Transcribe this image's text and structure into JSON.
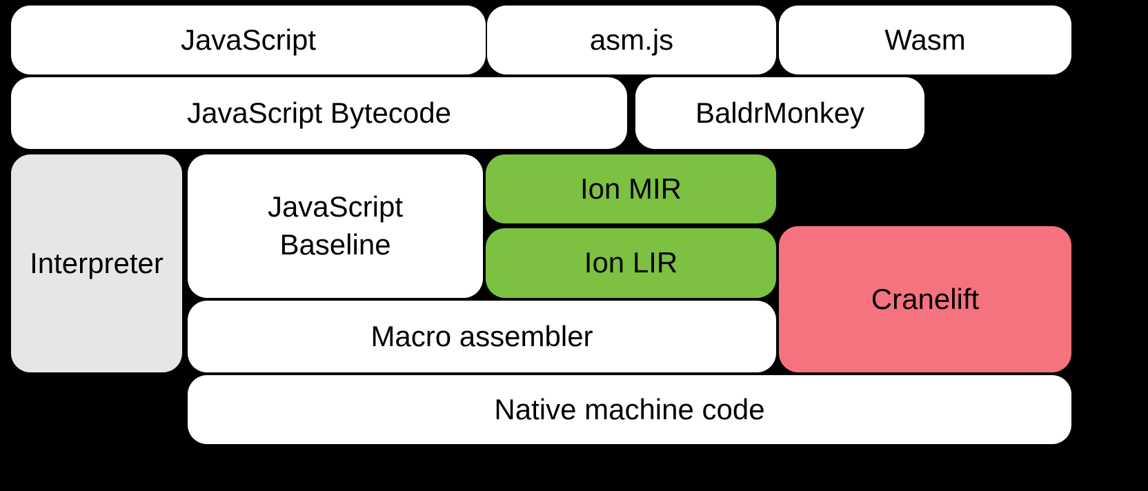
{
  "diagram": {
    "background_color": "#000000",
    "colors": {
      "white_box": "#ffffff",
      "gray_box": "#e6e6e6",
      "green_box": "#7cc142",
      "pink_box": "#f4737f",
      "text": "#000000"
    },
    "boxes": {
      "javascript": {
        "label": "JavaScript",
        "color": "#ffffff"
      },
      "asmjs": {
        "label": "asm.js",
        "color": "#ffffff"
      },
      "wasm": {
        "label": "Wasm",
        "color": "#ffffff"
      },
      "bytecode": {
        "label": "JavaScript Bytecode",
        "color": "#ffffff"
      },
      "baldrmonkey": {
        "label": "BaldrMonkey",
        "color": "#ffffff"
      },
      "interpreter": {
        "label": "Interpreter",
        "color": "#e6e6e6"
      },
      "baseline": {
        "label": "JavaScript\nBaseline",
        "color": "#ffffff"
      },
      "ion_mir": {
        "label": "Ion MIR",
        "color": "#7cc142"
      },
      "ion_lir": {
        "label": "Ion LIR",
        "color": "#7cc142"
      },
      "cranelift": {
        "label": "Cranelift",
        "color": "#f4737f"
      },
      "macro_assembler": {
        "label": "Macro assembler",
        "color": "#ffffff"
      },
      "native": {
        "label": "Native machine code",
        "color": "#ffffff"
      }
    }
  }
}
